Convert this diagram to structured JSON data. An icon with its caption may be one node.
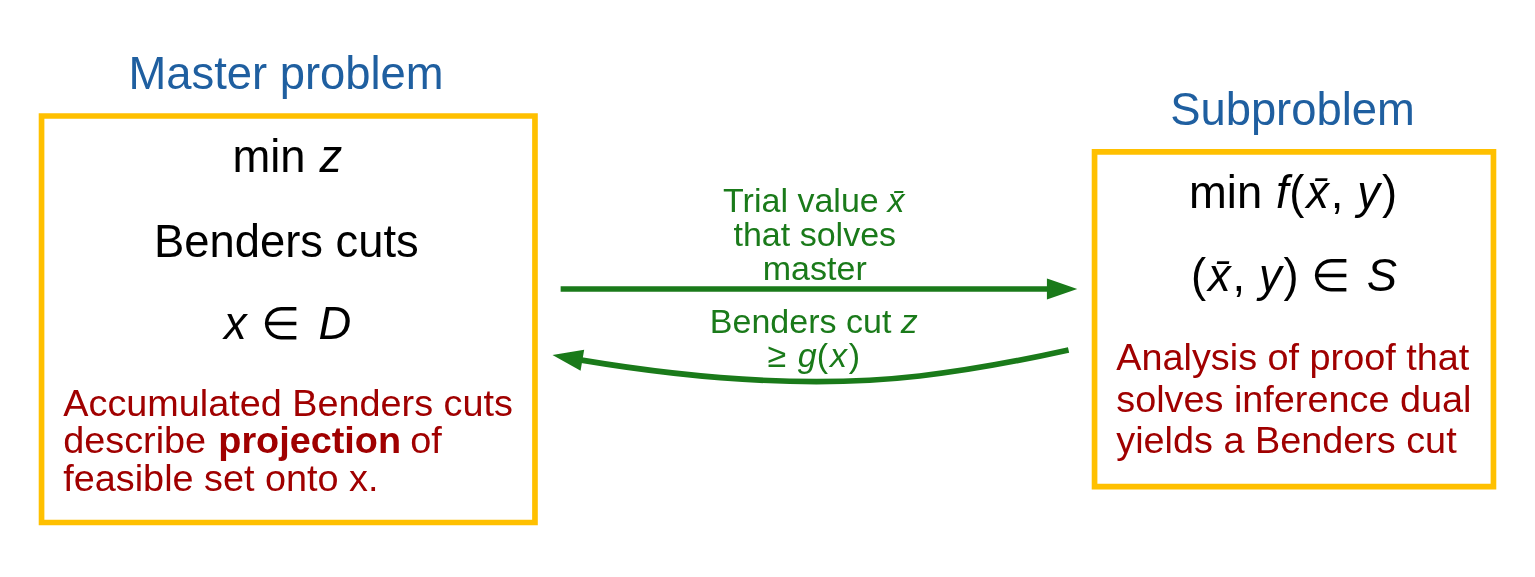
{
  "diagram": {
    "nodes": [
      {
        "text": [
          "Master problem",
          "min *z*",
          "Benders cuts",
          "*x* ∈ *D*",
          "Accumulated Benders cuts describe **projection** of feasible set onto x."
        ]
      },
      {
        "text": [
          "Subproblem",
          "min *f*(*x̄*, *y*)",
          "(*x̄*, *y*) ∈ *S*",
          "Analysis of proof that solves inference dual yields a Benders cut"
        ]
      }
    ],
    "edges": [
      {
        "from": 0,
        "to": 1,
        "arrow": "to",
        "label": "Trial value *x̄* that solves master"
      },
      {
        "from": 1,
        "to": 0,
        "arrow": "to",
        "label": "Benders cut *z* ≥ *g*(*x*)"
      }
    ]
  }
}
